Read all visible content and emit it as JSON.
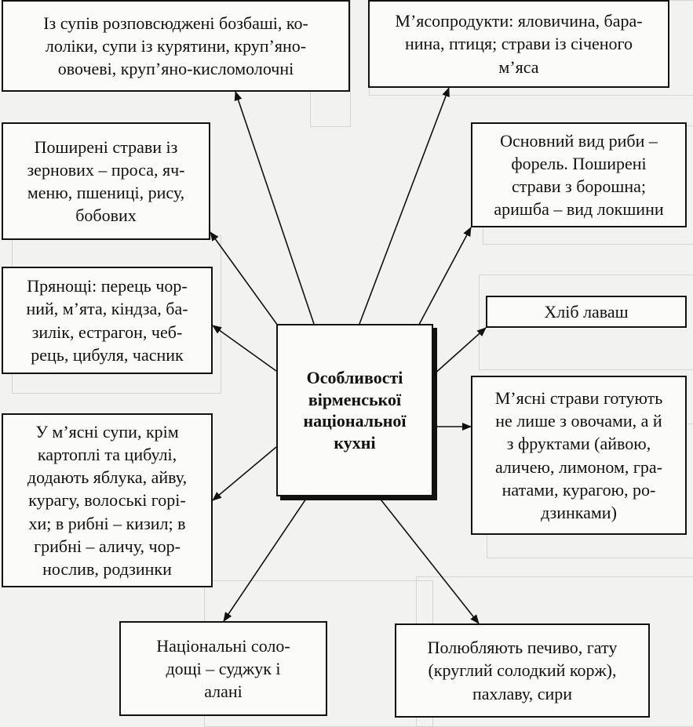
{
  "center": {
    "text": "Особливості\nвірменської\nнаціональної\nкухні"
  },
  "boxes": [
    {
      "id": "soups",
      "text": "Із супів розповсюджені бозбаші, ко-\nлоліки, супи із курятини, круп’яно-\nовочеві, круп’яно-кисломолочні"
    },
    {
      "id": "meat-products",
      "text": "М’ясопродукти: яловичина, бара-\nнина, птиця; страви із січеного\nм’яса"
    },
    {
      "id": "grains",
      "text": "Поширені страви із\nзернових – проса, яч-\nменю, пшениці, рису,\nбобових"
    },
    {
      "id": "fish-flour",
      "text": "Основний вид риби –\nфорель. Поширені\nстрави з борошна;\nаришба – вид локшини"
    },
    {
      "id": "spices",
      "text": "Прянощі: перець чор-\nний, м’ята, кіндза, ба-\nзилік, естрагон, чеб-\nрець, цибуля, часник"
    },
    {
      "id": "lavash",
      "text": "Хліб лаваш"
    },
    {
      "id": "meat-fruits",
      "text": "М’ясні страви готують\nне лише з овочами, а й\nз фруктами (айвою,\nаличею, лимоном, гра-\nнатами, курагою, ро-\nдзинками)"
    },
    {
      "id": "soup-additions",
      "text": "У м’ясні супи, крім\nкартоплі та цибулі,\nдодають яблука, айву,\nкурагу, волоські горі-\nхи; в рибні – кизил; в\nгрибні – аличу, чор-\nнослив, родзинки"
    },
    {
      "id": "sweets",
      "text": "Національні соло-\nдощі – суджук і\nалані"
    },
    {
      "id": "pastry",
      "text": "Полюбляють печиво, гату\n(круглий солодкий корж),\nпахлаву, сири"
    }
  ]
}
